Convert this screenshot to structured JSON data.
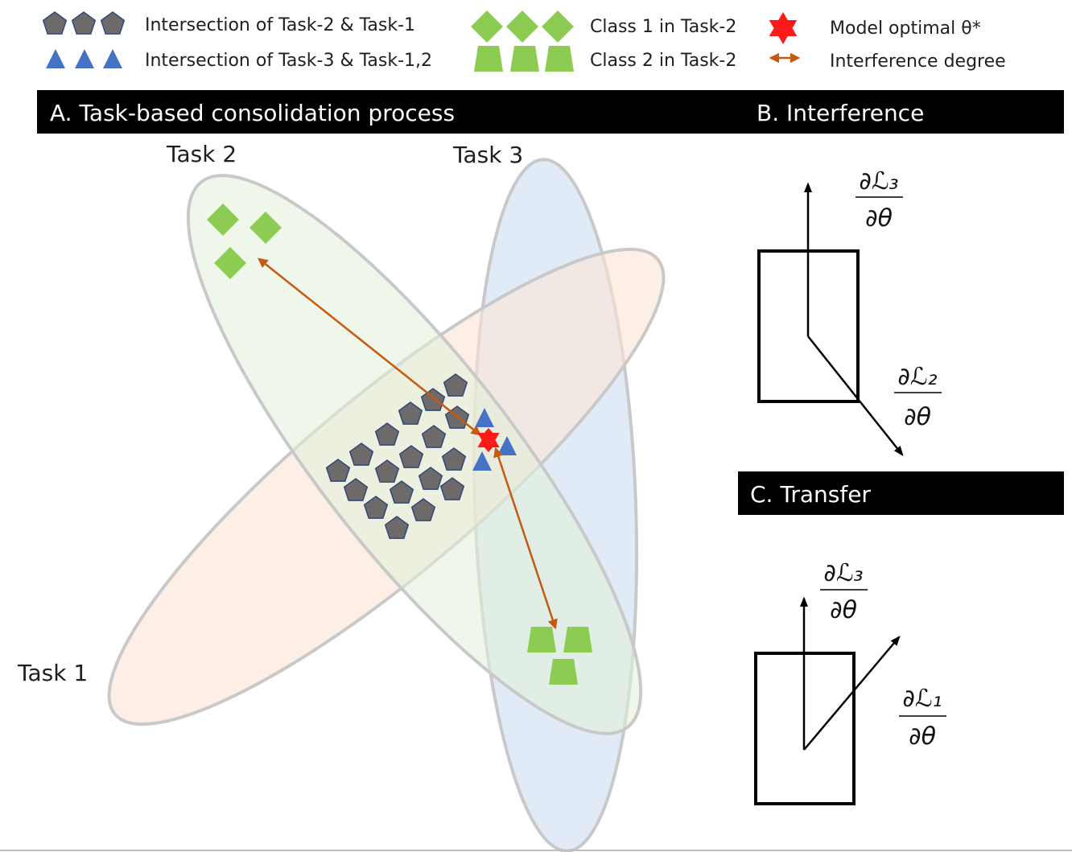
{
  "legend": {
    "pentagon_label": "Intersection of Task-2 & Task-1",
    "triangle_label": "Intersection of Task-3 & Task-1,2",
    "diamond_label": "Class 1 in Task-2",
    "trapezoid_label": "Class 2 in Task-2",
    "star_label": "Model optimal θ*",
    "arrow_label": "Interference degree"
  },
  "panels": {
    "a_title": "A. Task-based consolidation process",
    "b_title": "B. Interference",
    "c_title": "C. Transfer"
  },
  "tasks": {
    "task1": "Task 1",
    "task2": "Task 2",
    "task3": "Task 3"
  },
  "gradients": {
    "b_up": {
      "num": "∂ℒ₃",
      "den": "∂θ"
    },
    "b_down": {
      "num": "∂ℒ₂",
      "den": "∂θ"
    },
    "c_up": {
      "num": "∂ℒ₃",
      "den": "∂θ"
    },
    "c_diag": {
      "num": "∂ℒ₁",
      "den": "∂θ"
    }
  },
  "colors": {
    "pentagon": "#6e6a6a",
    "pentagon_stroke": "#2f4a7a",
    "triangle": "#4472c4",
    "green": "#8ccc52",
    "star": "#ff1a1a",
    "arrow": "#c55a11",
    "task1_fill": "#fbe5d6",
    "task2_fill": "#e2f0d9",
    "task3_fill": "#dae8f6"
  }
}
